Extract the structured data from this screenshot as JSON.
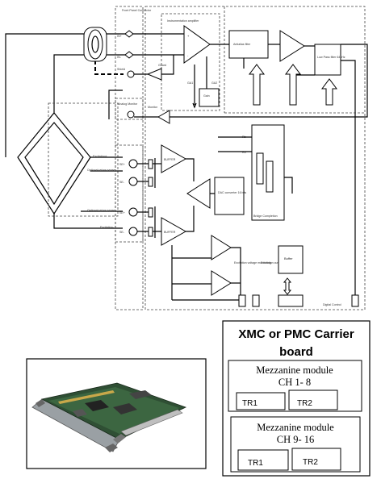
{
  "signal_chain": {
    "front_panel_connector": "Front Panel Connector",
    "instrumentation_amplifier": "Instrumentation amplifier",
    "antialias_filter": "Antialias filter",
    "gain": "Gain",
    "ga_labels": [
      "GA1",
      "GA2"
    ],
    "low_pass_filter": "Low Pass filter 64kHz",
    "guard": "Guard",
    "monitor": "Monitor",
    "shield": "Shield",
    "in_plus": "IN+",
    "in_minus": "IN-",
    "analog_monitor": "Analog Monitor",
    "excitation_plus": "Excitation+",
    "excitation_minus": "Excitation-",
    "optional_return_sense_top": "Optional return sense",
    "optional_return_sense_bottom": "Optional return sense",
    "sense_labels": [
      "SE+",
      "SE-",
      "SE+",
      "SE-"
    ],
    "buffer_labels": [
      "BUFFER",
      "BUFFER"
    ],
    "dac": "DAC converter 16 bits",
    "bridge_completion": "Bridge Completion",
    "voltage_monitoring": "Excitation voltage monitoring",
    "current_monitoring": "Excitation current monitoring",
    "buffer": "Buffer",
    "digital_control": "Digital Control",
    "rb": [
      "Rb",
      "Rb"
    ]
  },
  "carrier": {
    "title_line1": "XMC or PMC Carrier",
    "title_line2": "board",
    "modules": [
      {
        "line1": "Mezzanine module",
        "line2": "CH 1- 8",
        "tr_a": "TR1",
        "tr_b": "TR2"
      },
      {
        "line1": "Mezzanine module",
        "line2": "CH 9- 16",
        "tr_a": "TR1",
        "tr_b": "TR2"
      }
    ]
  }
}
